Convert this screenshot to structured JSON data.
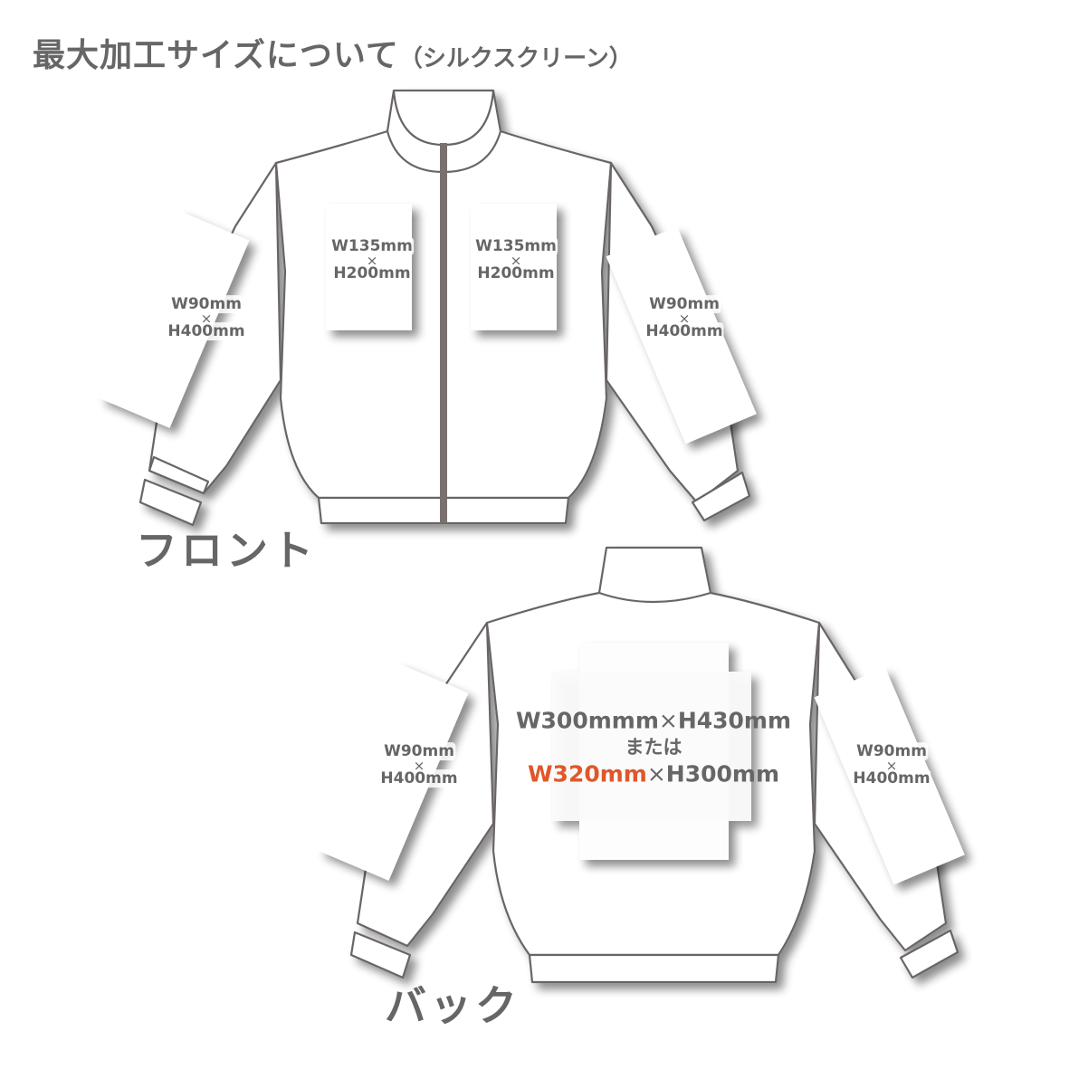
{
  "title": {
    "main": "最大加工サイズについて",
    "sub": "（シルクスクリーン）"
  },
  "front": {
    "view_label": "フロント",
    "areas": [
      {
        "name": "left-sleeve",
        "w": "W90mm",
        "x": "×",
        "h": "H400mm"
      },
      {
        "name": "left-chest",
        "w": "W135mm",
        "x": "×",
        "h": "H200mm"
      },
      {
        "name": "right-chest",
        "w": "W135mm",
        "x": "×",
        "h": "H200mm"
      },
      {
        "name": "right-sleeve",
        "w": "W90mm",
        "x": "×",
        "h": "H400mm"
      }
    ]
  },
  "back": {
    "view_label": "バック",
    "areas": [
      {
        "name": "left-sleeve",
        "w": "W90mm",
        "x": "×",
        "h": "H400mm"
      },
      {
        "name": "right-sleeve",
        "w": "W90mm",
        "x": "×",
        "h": "H400mm"
      }
    ],
    "center": {
      "line1_w": "W300mmm",
      "line1_x": "×",
      "line1_h": "H430mm",
      "line2": "または",
      "line3_w": "W320mm",
      "line3_x": "×",
      "line3_h": "H300mm"
    }
  },
  "colors": {
    "text": "#666666",
    "accent": "#e0572a",
    "outline": "#6b6565"
  }
}
